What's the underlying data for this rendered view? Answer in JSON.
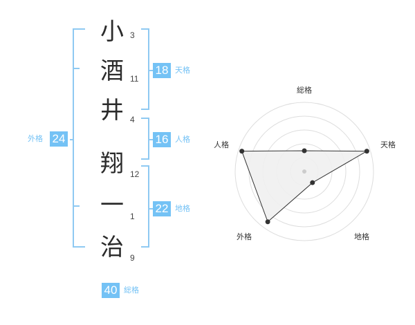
{
  "name_chars": [
    {
      "char": "小",
      "strokes": "3"
    },
    {
      "char": "酒",
      "strokes": "11"
    },
    {
      "char": "井",
      "strokes": "4"
    },
    {
      "char": "翔",
      "strokes": "12"
    },
    {
      "char": "一",
      "strokes": "1"
    },
    {
      "char": "治",
      "strokes": "9"
    }
  ],
  "fortunes": {
    "tenkaku": {
      "value": "18",
      "label": "天格"
    },
    "jinkaku": {
      "value": "16",
      "label": "人格"
    },
    "chikaku": {
      "value": "22",
      "label": "地格"
    },
    "gaikaku": {
      "value": "24",
      "label": "外格"
    },
    "soukaku": {
      "value": "40",
      "label": "総格"
    }
  },
  "radar": {
    "axes": [
      "総格",
      "天格",
      "地格",
      "外格",
      "人格"
    ],
    "values": [
      0.3,
      0.95,
      0.2,
      0.9,
      0.95
    ],
    "line_color": "#333333",
    "fill_color": "#f0f0f0",
    "grid_color": "#dddddd"
  },
  "colors": {
    "accent": "#74c2f5",
    "bracket": "#8ec9f2"
  }
}
